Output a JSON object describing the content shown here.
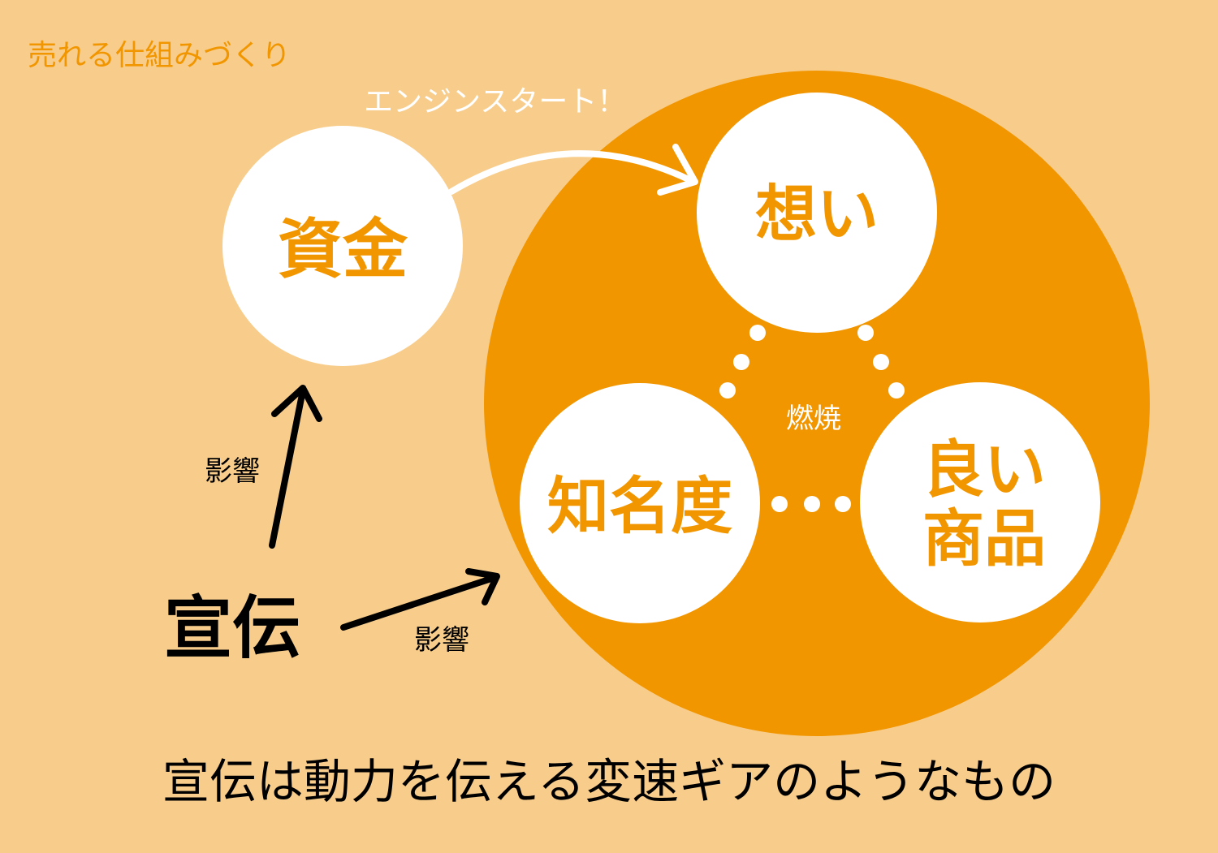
{
  "header": {
    "subtitle": "売れる仕組みづくり"
  },
  "labels": {
    "engine_start": "エンジンスタート！",
    "combustion": "燃焼",
    "influence_up": "影響",
    "influence_right": "影響"
  },
  "nodes": {
    "funds": "資金",
    "thoughts": "想い",
    "awareness": "知名度",
    "good_product_line1": "良い",
    "good_product_line2": "商品",
    "advertising": "宣伝"
  },
  "caption": "宣伝は動力を伝える変速ギアのようなもの",
  "colors": {
    "background": "#f8cd8b",
    "accent": "#f29600",
    "white": "#ffffff",
    "black": "#000000"
  }
}
